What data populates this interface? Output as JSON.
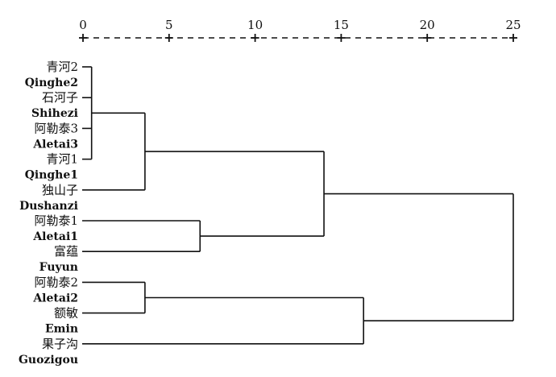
{
  "chart_data": {
    "type": "dendrogram",
    "axis": {
      "ticks": [
        "0",
        "5",
        "10",
        "15",
        "20",
        "25"
      ],
      "min": 0,
      "max": 25
    },
    "leaves": [
      {
        "name": "青河2",
        "name_en": "Qinghe2"
      },
      {
        "name": "石河子",
        "name_en": "Shihezi"
      },
      {
        "name": "阿勒泰3",
        "name_en": "Aletai3"
      },
      {
        "name": "青河1",
        "name_en": "Qinghe1"
      },
      {
        "name": "独山子",
        "name_en": "Dushanzi"
      },
      {
        "name": "阿勒泰1",
        "name_en": "Aletai1"
      },
      {
        "name": "富蕴",
        "name_en": "Fuyun"
      },
      {
        "name": "阿勒泰2",
        "name_en": "Aletai2"
      },
      {
        "name": "额敏",
        "name_en": "Emin"
      },
      {
        "name": "果子沟",
        "name_en": "Guozigou"
      }
    ],
    "merges": [
      {
        "id": "c1",
        "children": [
          0,
          1,
          2,
          3
        ],
        "distance": 0.5
      },
      {
        "id": "c2",
        "children": [
          "c1",
          4
        ],
        "distance": 3.6
      },
      {
        "id": "c3",
        "children": [
          5,
          6
        ],
        "distance": 6.8
      },
      {
        "id": "c4",
        "children": [
          "c2",
          "c3"
        ],
        "distance": 14.0
      },
      {
        "id": "c5",
        "children": [
          7,
          8
        ],
        "distance": 3.6
      },
      {
        "id": "c6",
        "children": [
          "c5",
          9
        ],
        "distance": 16.3
      },
      {
        "id": "c7",
        "children": [
          "c4",
          "c6"
        ],
        "distance": 25.0
      }
    ]
  }
}
